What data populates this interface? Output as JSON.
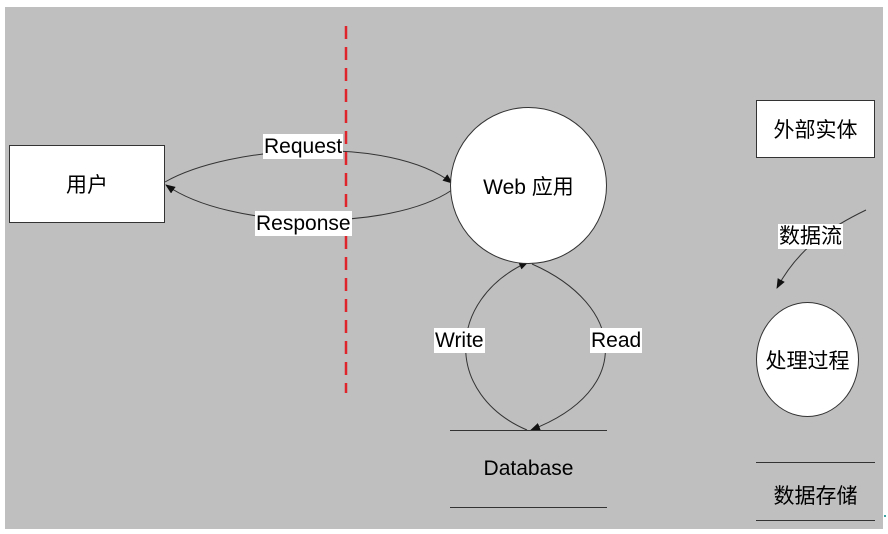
{
  "diagram": {
    "user_entity": "用户",
    "web_app": "Web 应用",
    "database": "Database",
    "flows": {
      "request": "Request",
      "response": "Response",
      "write": "Write",
      "read": "Read"
    }
  },
  "legend": {
    "external_entity": "外部实体",
    "data_flow": "数据流",
    "process": "处理过程",
    "data_store": "数据存储"
  },
  "colors": {
    "background": "#bfbfbf",
    "boundary": "#e0242b",
    "stroke": "#333333"
  }
}
